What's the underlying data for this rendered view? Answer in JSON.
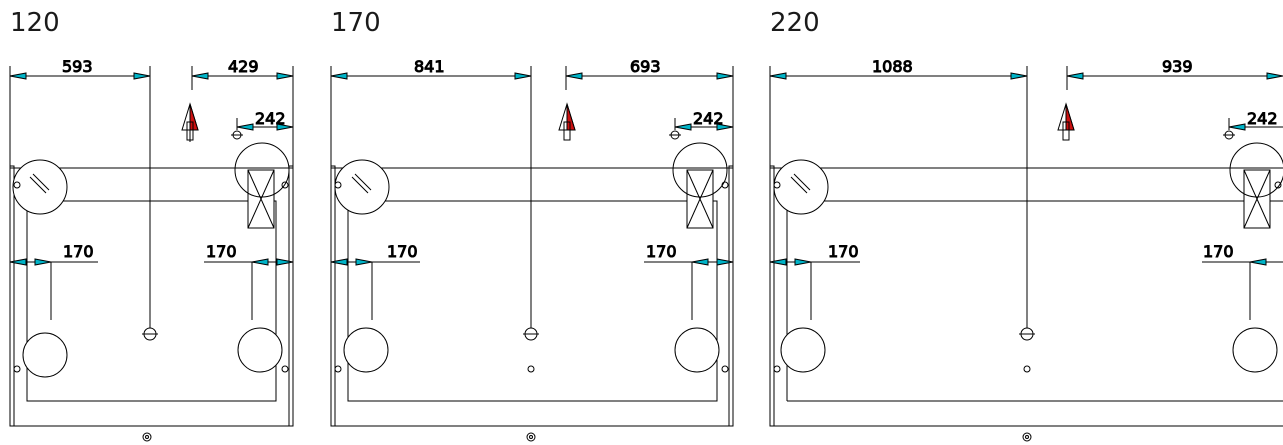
{
  "panels": [
    {
      "title": "120",
      "dim_left": "593",
      "dim_right": "429",
      "dim_small": "242",
      "dim_bottom_left": "170",
      "dim_bottom_right": "170"
    },
    {
      "title": "170",
      "dim_left": "841",
      "dim_right": "693",
      "dim_small": "242",
      "dim_bottom_left": "170",
      "dim_bottom_right": "170"
    },
    {
      "title": "220",
      "dim_left": "1088",
      "dim_right": "939",
      "dim_small": "242",
      "dim_bottom_left": "170",
      "dim_bottom_right": "170"
    }
  ],
  "colors": {
    "arrow_fill": "#00b4c8",
    "north_red": "#cc1010",
    "line": "#000000"
  }
}
